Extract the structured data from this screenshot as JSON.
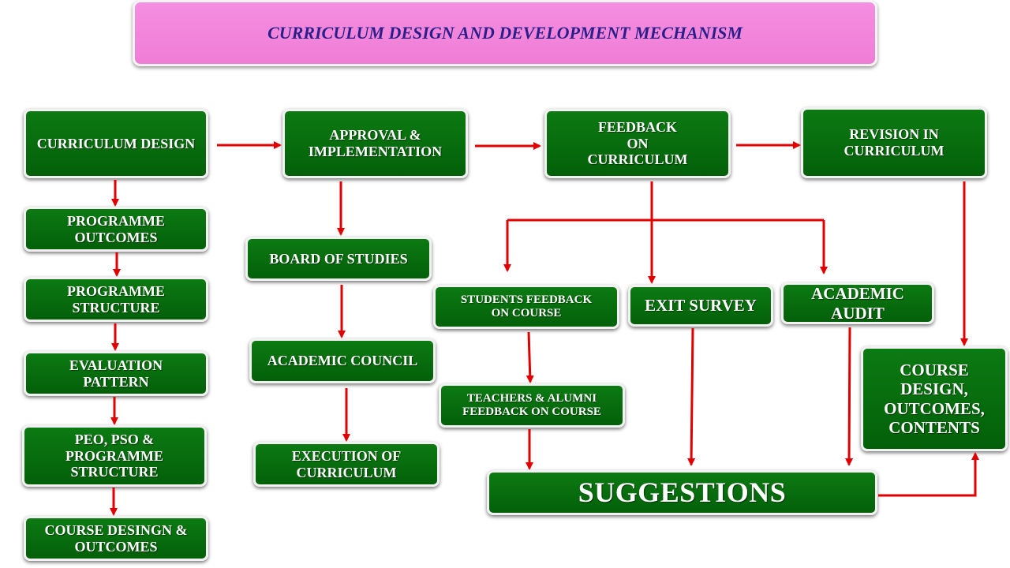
{
  "title": "CURRICULUM DESIGN AND DEVELOPMENT MECHANISM",
  "nodes": {
    "curriculum_design": "CURRICULUM DESIGN",
    "programme_outcomes": "PROGRAMME OUTCOMES",
    "programme_structure": "PROGRAMME STRUCTURE",
    "evaluation_pattern": "EVALUATION PATTERN",
    "peo_pso": "PEO, PSO & PROGRAMME STRUCTURE",
    "course_design_outcomes": "COURSE DESINGN & OUTCOMES",
    "approval_implementation": "APPROVAL & IMPLEMENTATION",
    "board_of_studies": "BOARD OF STUDIES",
    "academic_council": "ACADEMIC COUNCIL",
    "execution_of_curriculum": "EXECUTION OF CURRICULUM",
    "feedback_on_curriculum": "FEEDBACK ON CURRICULUM",
    "students_feedback": "STUDENTS FEEDBACK ON COURSE",
    "teachers_alumni_feedback": "TEACHERS & ALUMNI FEEDBACK ON COURSE",
    "exit_survey": "EXIT SURVEY",
    "academic_audit": "ACADEMIC AUDIT",
    "suggestions": "SUGGESTIONS",
    "revision_in_curriculum": "REVISION IN CURRICULUM",
    "course_design_contents": "COURSE DESIGN, OUTCOMES, CONTENTS"
  },
  "colors": {
    "box_fill": "#036009",
    "arrow": "#e00000",
    "title_fill": "#f07dd6",
    "title_text": "#2a1f8a"
  }
}
